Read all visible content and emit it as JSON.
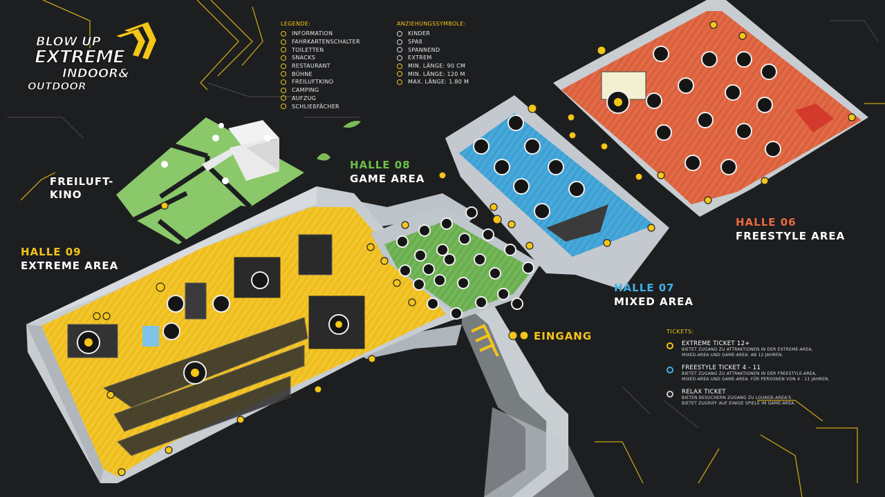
{
  "brand": {
    "line1": "BLOW UP",
    "line2": "EXTREME",
    "line3": "INDOOR&",
    "line4": "OUTDOOR",
    "accent": "#f5c518"
  },
  "legend": {
    "title": "LEGENDE:",
    "items": [
      "INFORMATION",
      "FAHRKARTENSCHALTER",
      "TOILETTEN",
      "SNACKS",
      "RESTAURANT",
      "BÜHNE",
      "FREILUFTKINO",
      "CAMPING",
      "AUFZUG",
      "SCHLIEßFÄCHER"
    ]
  },
  "attraction_symbols": {
    "title": "ANZIEHUNGSSYMBOLE:",
    "items": [
      "KINDER",
      "SPAß",
      "SPANNEND",
      "EXTREM",
      "MIN. LÄNGE: 90 CM",
      "MIN. LÄNGE: 120 M",
      "MAX. LÄNGE: 1.80 M"
    ]
  },
  "areas": {
    "freiluft": {
      "line1": "FREILUFT-",
      "line2": "KINO",
      "color": "#7dbb57"
    },
    "h09": {
      "number": "HALLE 09",
      "name": "EXTREME AREA",
      "color": "#f5c518"
    },
    "h08": {
      "number": "HALLE 08",
      "name": "GAME AREA",
      "color": "#6cc04a"
    },
    "h07": {
      "number": "HALLE 07",
      "name": "MIXED AREA",
      "color": "#3fb0e6"
    },
    "h06": {
      "number": "HALLE 06",
      "name": "FREESTYLE AREA",
      "color": "#ec6a40"
    }
  },
  "entrance": {
    "label": "EINGANG"
  },
  "tickets": {
    "title": "TICKETS:",
    "items": [
      {
        "name": "EXTREME TICKET 12+",
        "desc1": "BIETET ZUGANG ZU ATTRAKTIONEN IN DER EXTREME-AREA,",
        "desc2": "MIXED-AREA UND GAME-AREA. AB 12 JAHREN.",
        "color": "#f5c518"
      },
      {
        "name": "FREESTYLE TICKET 4 - 11",
        "desc1": "BIETET ZUGANG ZU ATTRAKTIONEN IN DER FREESTYLE-AREA,",
        "desc2": "MIXED-AREA UND GAME-AREA. FÜR PERSONEN VON 4 - 11 JAHREN.",
        "color": "#3fb0e6"
      },
      {
        "name": "RELAX TICKET",
        "desc1": "BIETEN BESUCHERN ZUGANG ZU LOUNGE-AREA'S.",
        "desc2": "BIETET ZUGRIFF AUF EINIGE SPIELE IM GAME-AREA.",
        "color": "#cccccc"
      }
    ]
  },
  "icons": {
    "info": "info-icon",
    "ticket": "ticket-icon",
    "toilet": "toilet-icon",
    "chevron": "chevron-right-icon"
  }
}
